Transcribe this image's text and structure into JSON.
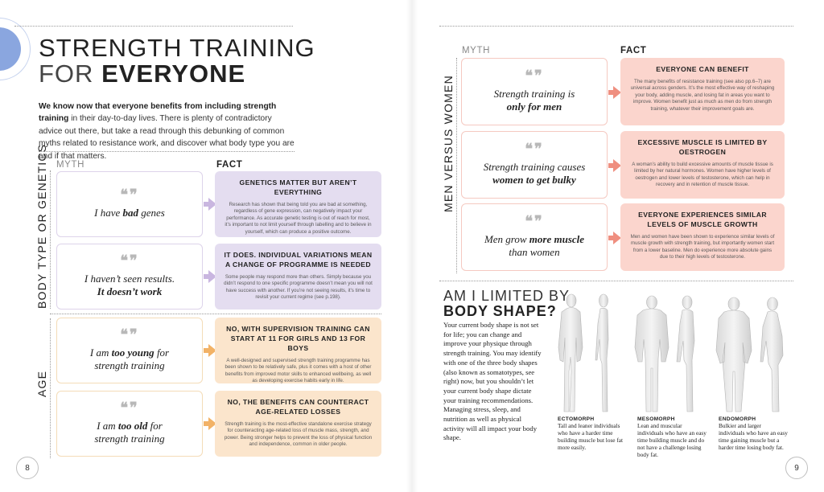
{
  "left_page": {
    "title_line1": "STRENGTH TRAINING",
    "title_line2_light": "FOR ",
    "title_line2_bold": "EVERYONE",
    "intro_bold": "We know now that everyone benefits from including strength training",
    "intro_rest": " in their day-to-day lives. There is plenty of contradictory advice out there, but take a read through this debunking of common myths related to resistance work, and discover what body type you are and if that matters.",
    "myth_header": "MYTH",
    "fact_header": "FACT",
    "page_number": "8",
    "section_body": "BODY TYPE OR GENETICS",
    "section_age": "AGE"
  },
  "right_page": {
    "myth_header": "MYTH",
    "fact_header": "FACT",
    "section_men": "MEN VERSUS WOMEN",
    "page_number": "9"
  },
  "quote_mark": "❝❞",
  "myths": [
    {
      "pre": "I have ",
      "bold": "bad",
      "post": " genes",
      "pre2": "",
      "bold2": "",
      "post2": ""
    },
    {
      "pre": "I haven’t seen results.",
      "bold": "",
      "post": "",
      "pre2": "",
      "bold2": "It doesn’t work",
      "post2": ""
    },
    {
      "pre": "I am ",
      "bold": "too young",
      "post": " for",
      "pre2": "strength training",
      "bold2": "",
      "post2": ""
    },
    {
      "pre": "I am ",
      "bold": "too old",
      "post": " for",
      "pre2": "strength training",
      "bold2": "",
      "post2": ""
    },
    {
      "pre": "Strength training is",
      "bold": "",
      "post": "",
      "pre2": "",
      "bold2": "only for men",
      "post2": ""
    },
    {
      "pre": "Strength training causes",
      "bold": "",
      "post": "",
      "pre2": "",
      "bold2": "women to get bulky",
      "post2": ""
    },
    {
      "pre": "Men grow ",
      "bold": "more muscle",
      "post": "",
      "pre2": "than women",
      "bold2": "",
      "post2": ""
    }
  ],
  "facts": [
    {
      "title": "GENETICS MATTER BUT AREN’T EVERYTHING",
      "body": "Research has shown that being told you are bad at something, regardless of gene expression, can negatively impact your performance. As accurate genetic testing is out of reach for most, it’s important to not limit yourself through labelling and to believe in yourself, which can produce a positive outcome."
    },
    {
      "title": "IT DOES. INDIVIDUAL VARIATIONS MEAN A CHANGE OF PROGRAMME IS NEEDED",
      "body": "Some people may respond more than others. Simply because you didn’t respond to one specific programme doesn’t mean you will not have success with another. If you’re not seeing results, it’s time to revisit your current regime (see p.198)."
    },
    {
      "title": "NO, WITH SUPERVISION TRAINING CAN START AT 11 FOR GIRLS AND 13 FOR BOYS",
      "body": "A well-designed and supervised strength training programme has been shown to be relatively safe, plus it comes with a host of other benefits from improved motor skills to enhanced wellbeing, as well as developing exercise habits early in life."
    },
    {
      "title": "NO, THE BENEFITS CAN COUNTERACT AGE-RELATED LOSSES",
      "body": "Strength training is the most-effective standalone exercise strategy for counteracting age-related loss of muscle mass, strength, and power. Being stronger helps to prevent the loss of physical function and independence, common in older people."
    },
    {
      "title": "EVERYONE CAN BENEFIT",
      "body": "The many benefits of resistance training (see also pp.6–7) are universal across genders. It’s the most effective way of reshaping your body, adding muscle, and losing fat in areas you want to improve. Women benefit just as much as men do from strength training, whatever their improvement goals are."
    },
    {
      "title": "EXCESSIVE MUSCLE IS LIMITED BY OESTROGEN",
      "body": "A woman’s ability to build excessive amounts of muscle tissue is limited by her natural hormones. Women have higher levels of oestrogen and lower levels of testosterone, which can help in recovery and in retention of muscle tissue."
    },
    {
      "title": "EVERYONE EXPERIENCES SIMILAR LEVELS OF MUSCLE GROWTH",
      "body": "Men and women have been shown to experience similar levels of muscle growth with strength training, but importantly women start from a lower baseline. Men do experience more absolute gains due to their high levels of testosterone."
    }
  ],
  "body_shape": {
    "title_line1": "AM I LIMITED BY",
    "title_line2": "BODY SHAPE?",
    "text": "Your current body shape is not set for life; you can change and improve your physique through strength training. You may identify with one of the three body shapes (also known as somatotypes, see right) now, but you shouldn’t let your current body shape dictate your training recommendations. Managing stress, sleep, and nutrition as well as physical activity will all impact your body shape.",
    "types": [
      {
        "name": "ECTOMORPH",
        "desc": "Tall and leaner individuals who have a harder time building muscle but lose fat more easily."
      },
      {
        "name": "MESOMORPH",
        "desc": "Lean and muscular individuals who have an easy time building muscle and do not have a challenge losing body fat."
      },
      {
        "name": "ENDOMORPH",
        "desc": "Bulkier and larger individuals who have an easy time gaining muscle but a harder time losing body fat."
      }
    ]
  },
  "colors": {
    "purple_fill": "#e4ddf0",
    "purple_arrow": "#c9b6e0",
    "orange_fill": "#fbe5cc",
    "orange_arrow": "#f2b266",
    "pink_fill": "#fbd5cd",
    "pink_arrow": "#ef8f80",
    "accent_blue": "#8aa6df"
  }
}
